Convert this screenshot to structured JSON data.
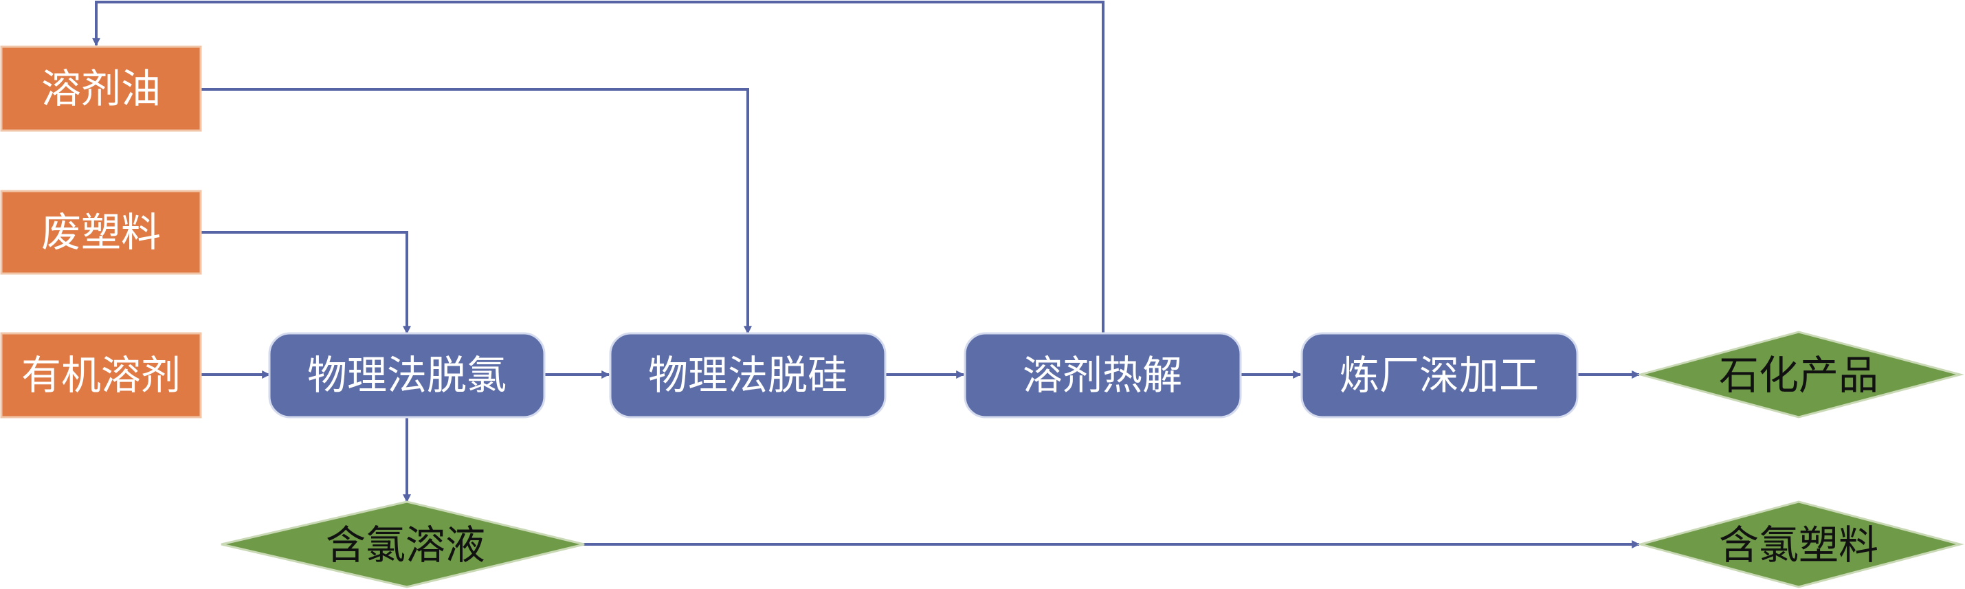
{
  "colors": {
    "input_fill": "#E07A45",
    "input_stroke": "#F0C5A8",
    "process_fill": "#5D6DA8",
    "process_stroke": "#D5DBEE",
    "output_fill": "#6F9A48",
    "output_stroke": "#C9D9B5",
    "edge": "#5664A6"
  },
  "inputs": {
    "solvent_oil": "溶剂油",
    "waste_plastic": "废塑料",
    "organic_solvent": "有机溶剂"
  },
  "processes": {
    "dechlorination": "物理法脱氯",
    "desilication": "物理法脱硅",
    "solvent_pyrolysis": "溶剂热解",
    "refinery_processing": "炼厂深加工"
  },
  "outputs": {
    "chlorine_solution": "含氯溶液",
    "petrochemical_products": "石化产品",
    "chlorinated_plastic": "含氯塑料"
  }
}
